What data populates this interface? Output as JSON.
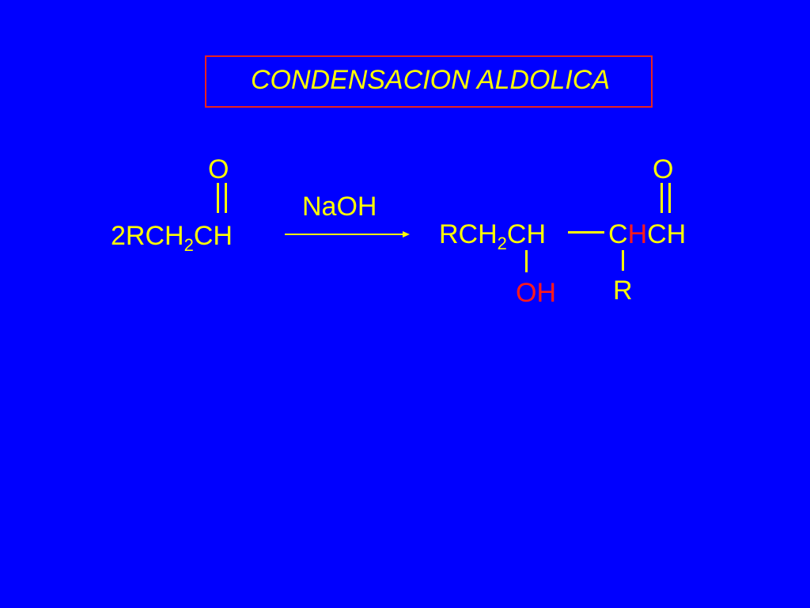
{
  "title": "CONDENSACION ALDOLICA",
  "reactant": {
    "carbonyl_o": "O",
    "coef": "2",
    "r": "RCH",
    "sub": "2",
    "ch": "CH"
  },
  "reagent": "NaOH",
  "product": {
    "carbonyl_o": "O",
    "r": "RCH",
    "sub": "2",
    "ch1": "CH",
    "c2": "C",
    "h2": "H",
    "ch3": "CH",
    "oh": "OH",
    "r2": "R"
  },
  "colors": {
    "background": "#0000FF",
    "text": "#FFFF00",
    "highlight": "#FF1A1A",
    "frame": "#E8231E"
  }
}
